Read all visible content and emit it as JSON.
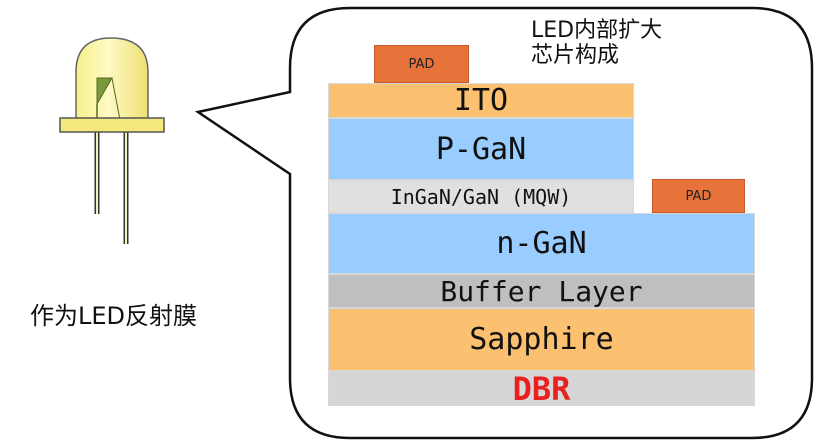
{
  "caption": {
    "line1": "LED内部扩大",
    "line2": "芯片构成"
  },
  "led_caption": "作为LED反射膜",
  "pads": {
    "top": "PAD",
    "side": "PAD"
  },
  "layers": {
    "ito": "ITO",
    "p_gan": "P-GaN",
    "mqw": "InGaN/GaN (MQW)",
    "n_gan": "n-GaN",
    "buffer": "Buffer Layer",
    "sapphire": "Sapphire",
    "dbr": "DBR"
  },
  "colors": {
    "ito": "#fbc070",
    "gan": "#99ccff",
    "mqw": "#e0e0e0",
    "buffer": "#bfbfbf",
    "sapphire": "#fbc070",
    "dbr": "#d6d6d6",
    "dbr_text": "#e82020",
    "pad": "#e8733a"
  }
}
